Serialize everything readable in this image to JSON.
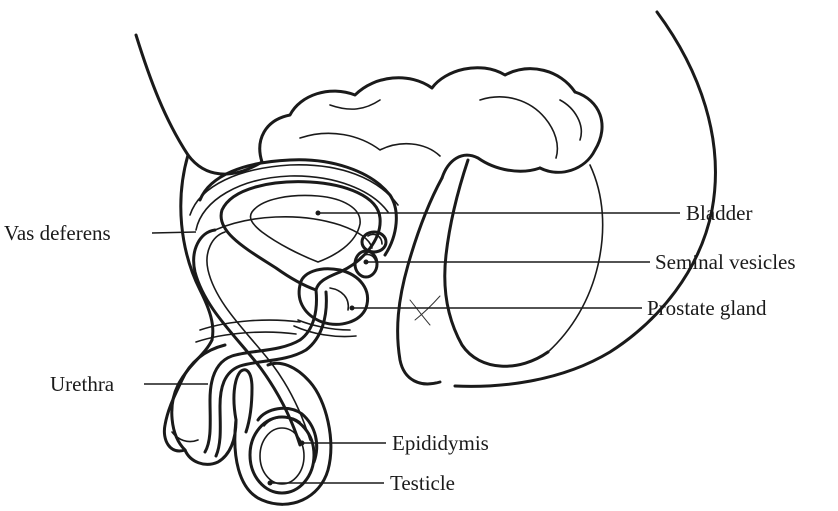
{
  "labels": {
    "vas_deferens": "Vas deferens",
    "bladder": "Bladder",
    "seminal_vesicles": "Seminal vesicles",
    "prostate_gland": "Prostate gland",
    "urethra": "Urethra",
    "epididymis": "Epididymis",
    "testicle": "Testicle"
  },
  "colors": {
    "ink": "#1a1a1a",
    "background": "#ffffff"
  }
}
